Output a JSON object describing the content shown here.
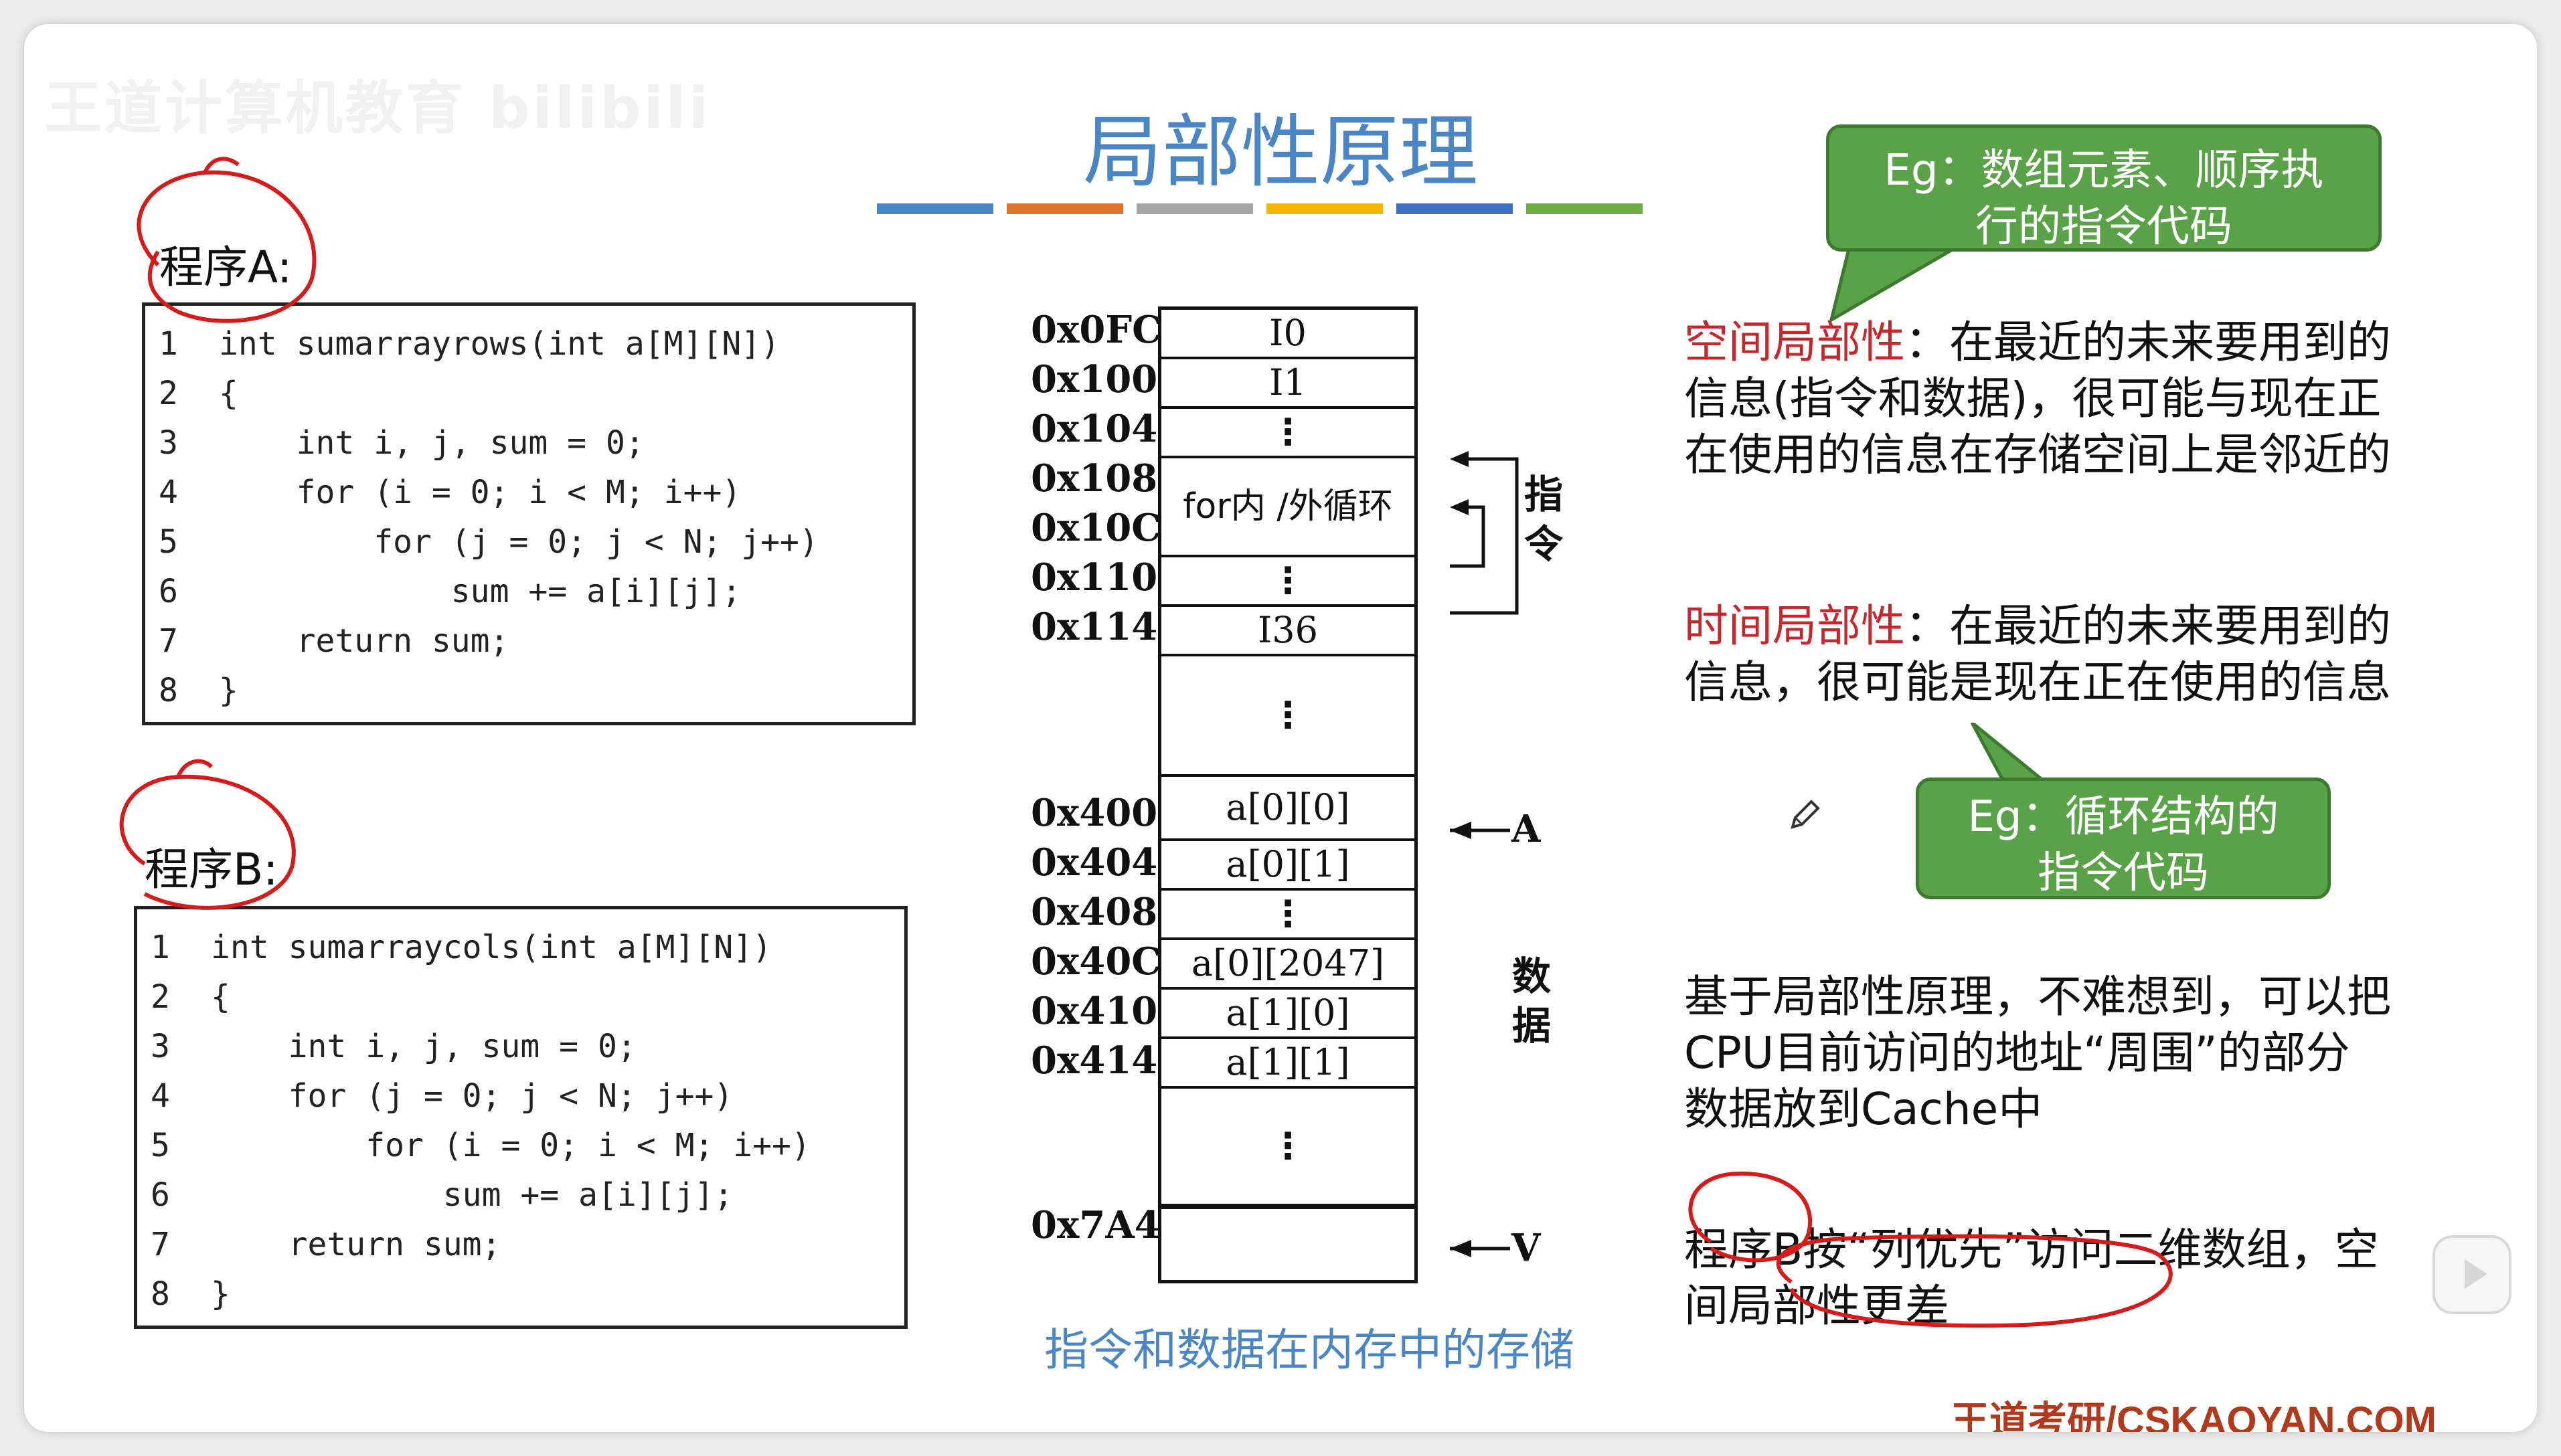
{
  "watermark": "王道计算机教育 bilibili",
  "title": "局部性原理",
  "colorbar": [
    "#4a86c5",
    "#e0742c",
    "#a5a5a5",
    "#f5b800",
    "#3b6fc0",
    "#6cad46"
  ],
  "programA": {
    "label": "程序A:",
    "lines": [
      {
        "num": "1",
        "code": "int sumarrayrows(int a[M][N])"
      },
      {
        "num": "2",
        "code": "{"
      },
      {
        "num": "3",
        "code": "    int i, j, sum = 0;"
      },
      {
        "num": "4",
        "code": "    for (i = 0; i < M; i++)"
      },
      {
        "num": "5",
        "code": "        for (j = 0; j < N; j++)"
      },
      {
        "num": "6",
        "code": "            sum += a[i][j];"
      },
      {
        "num": "7",
        "code": "    return sum;"
      },
      {
        "num": "8",
        "code": "}"
      }
    ]
  },
  "programB": {
    "label": "程序B:",
    "lines": [
      {
        "num": "1",
        "code": "int sumarraycols(int a[M][N])"
      },
      {
        "num": "2",
        "code": "{"
      },
      {
        "num": "3",
        "code": "    int i, j, sum = 0;"
      },
      {
        "num": "4",
        "code": "    for (j = 0; j < N; j++)"
      },
      {
        "num": "5",
        "code": "        for (i = 0; i < M; i++)"
      },
      {
        "num": "6",
        "code": "            sum += a[i][j];"
      },
      {
        "num": "7",
        "code": "    return sum;"
      },
      {
        "num": "8",
        "code": "}"
      }
    ]
  },
  "memory": {
    "addresses": [
      "0x0FC",
      "0x100",
      "0x104",
      "0x108",
      "0x10C",
      "0x110",
      "0x114",
      "0x400",
      "0x404",
      "0x408",
      "0x40C",
      "0x410",
      "0x414",
      "0x7A4"
    ],
    "cells": [
      "I0",
      "I1",
      "⋮",
      "for内 /外循环",
      "⋮",
      "I36",
      "⋮",
      "a[0][0]",
      "a[0][1]",
      "⋮",
      "a[0][2047]",
      "a[1][0]",
      "a[1][1]",
      "⋮",
      ""
    ],
    "label_instr": "指令",
    "label_data": "数据",
    "pointer_A": "A",
    "pointer_V": "V",
    "caption": "指令和数据在内存中的存储"
  },
  "callout1": "Eg：数组元素、顺序执行的指令代码",
  "callout2": "Eg：循环结构的指令代码",
  "spatial": {
    "term": "空间局部性",
    "text": "：在最近的未来要用到的信息(指令和数据)，很可能与现在正在使用的信息在存储空间上是邻近的"
  },
  "temporal": {
    "term": "时间局部性",
    "text": "：在最近的未来要用到的信息，很可能是现在正在使用的信息"
  },
  "principle": "基于局部性原理，不难想到，可以把CPU目前访问的地址“周围”的部分数据放到Cache中",
  "conclusion": "程序B按“列优先”访问二维数组，空间局部性更差",
  "brand": "王道考研/CSKAOYAN.COM"
}
